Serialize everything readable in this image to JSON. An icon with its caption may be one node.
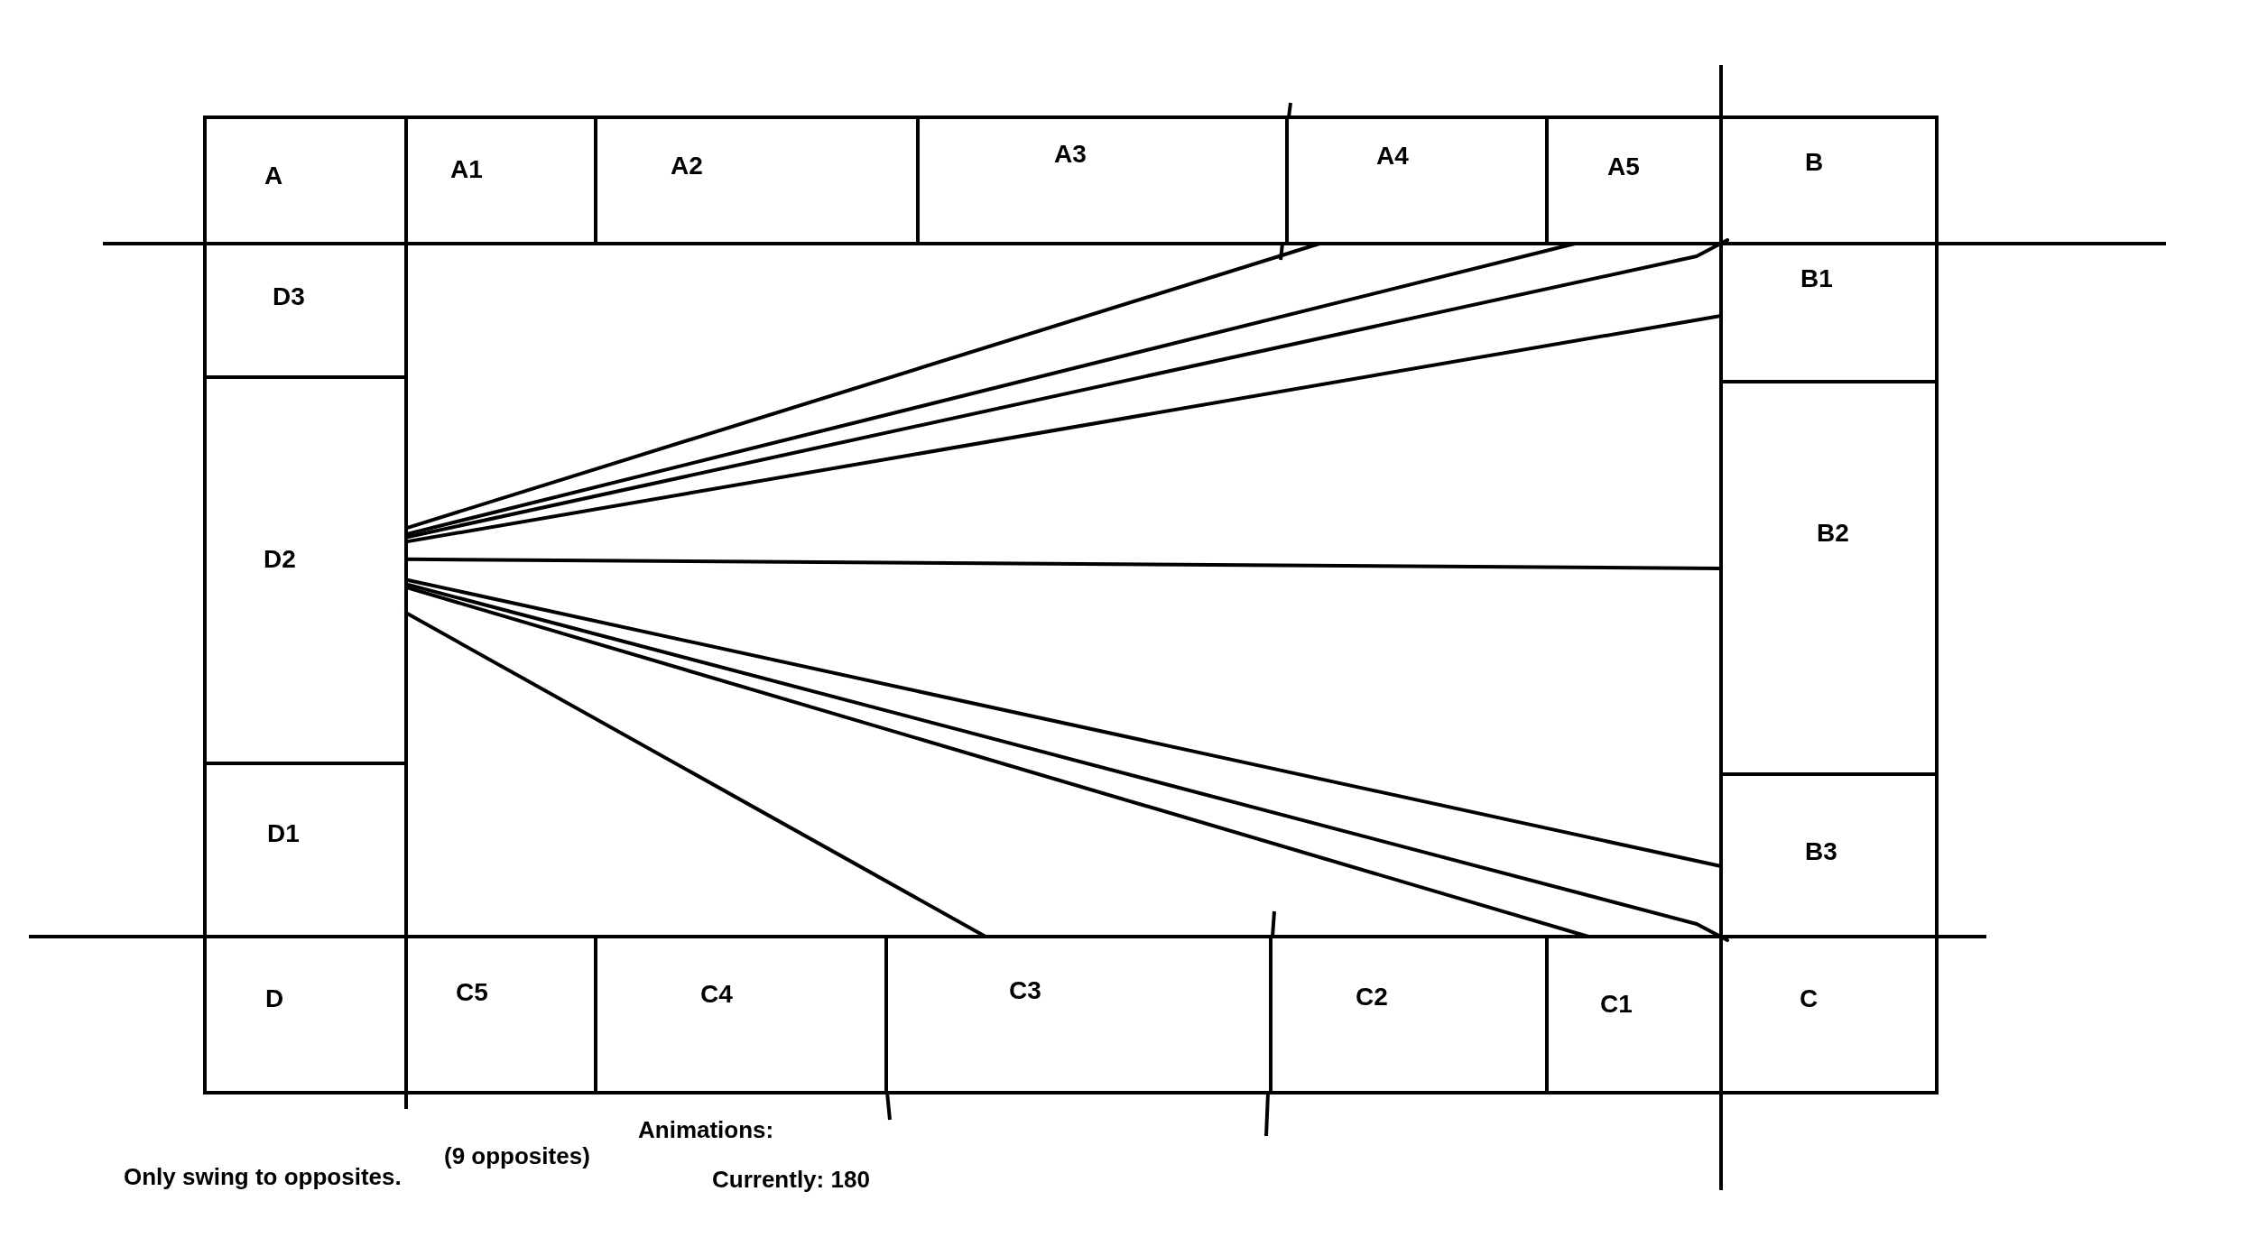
{
  "diagram": {
    "nodes": [
      {
        "text": [
          "A"
        ]
      },
      {
        "text": [
          "A1"
        ]
      },
      {
        "text": [
          "A2"
        ]
      },
      {
        "text": [
          "A3"
        ]
      },
      {
        "text": [
          "A4"
        ]
      },
      {
        "text": [
          "A5"
        ]
      },
      {
        "text": [
          "B"
        ]
      },
      {
        "text": [
          "D3"
        ]
      },
      {
        "text": [
          "B1"
        ]
      },
      {
        "text": [
          "D2"
        ]
      },
      {
        "text": [
          "B2"
        ]
      },
      {
        "text": [
          "D1"
        ]
      },
      {
        "text": [
          "B3"
        ]
      },
      {
        "text": [
          "D"
        ]
      },
      {
        "text": [
          "C5"
        ]
      },
      {
        "text": [
          "C4"
        ]
      },
      {
        "text": [
          "C3"
        ]
      },
      {
        "text": [
          "C2"
        ]
      },
      {
        "text": [
          "C1"
        ]
      },
      {
        "text": [
          "C"
        ]
      }
    ],
    "edges": [
      {
        "from": 9,
        "to": 4,
        "arrow": "none"
      },
      {
        "from": 9,
        "to": 5,
        "arrow": "none"
      },
      {
        "from": 9,
        "to": 6,
        "arrow": "none"
      },
      {
        "from": 9,
        "to": 8,
        "arrow": "none"
      },
      {
        "from": 9,
        "to": 10,
        "arrow": "none"
      },
      {
        "from": 9,
        "to": 12,
        "arrow": "none"
      },
      {
        "from": 9,
        "to": 19,
        "arrow": "none"
      },
      {
        "from": 9,
        "to": 18,
        "arrow": "none"
      },
      {
        "from": 9,
        "to": 16,
        "arrow": "none"
      }
    ],
    "labels": [
      "Only swing to opposites.",
      "(9 opposites)",
      "Animations:",
      "Currently: 180"
    ]
  }
}
